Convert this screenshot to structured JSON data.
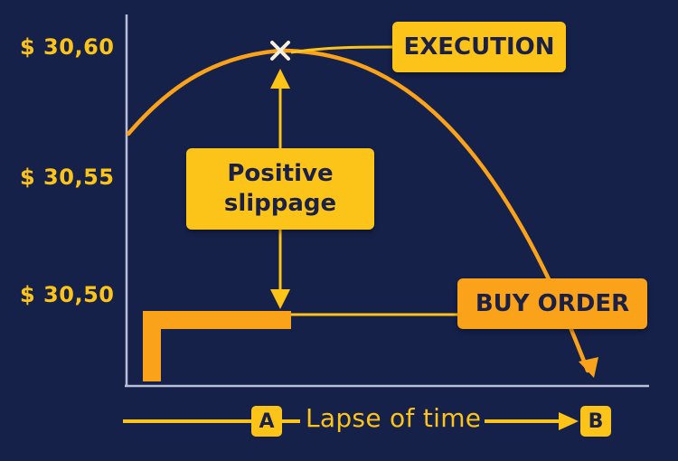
{
  "axis": {
    "ticks": [
      "$ 30,60",
      "$ 30,55",
      "$ 30,50"
    ]
  },
  "labels": {
    "execution": "EXECUTION",
    "slippage_line1": "Positive",
    "slippage_line2": "slippage",
    "buy_order": "BUY ORDER"
  },
  "timeline": {
    "start": "A",
    "end": "B",
    "label": "Lapse of time"
  },
  "colors": {
    "background": "#16214a",
    "accent": "#fcc419",
    "accent_orange": "#f9a21a",
    "text_dark": "#1b2146"
  },
  "icons": {
    "execution_marker": "x-mark-icon"
  }
}
